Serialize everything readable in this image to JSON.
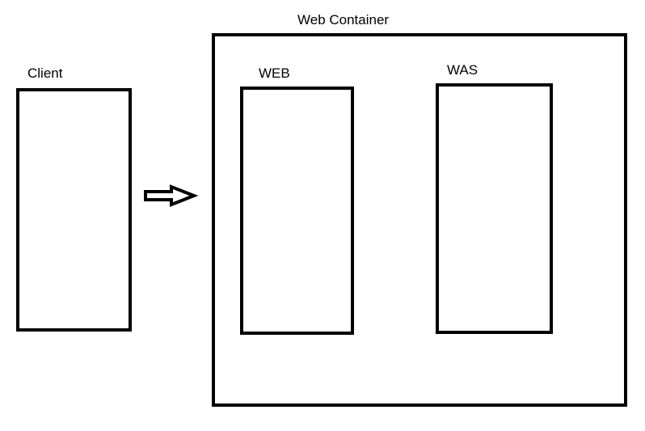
{
  "diagram": {
    "client": {
      "label": "Client"
    },
    "container": {
      "label": "Web Container",
      "web": {
        "label": "WEB"
      },
      "was": {
        "label": "WAS"
      }
    },
    "arrow": {
      "direction": "right",
      "icon": "hollow-right-arrow-icon"
    },
    "colors": {
      "stroke": "#000000",
      "background": "#ffffff"
    }
  }
}
